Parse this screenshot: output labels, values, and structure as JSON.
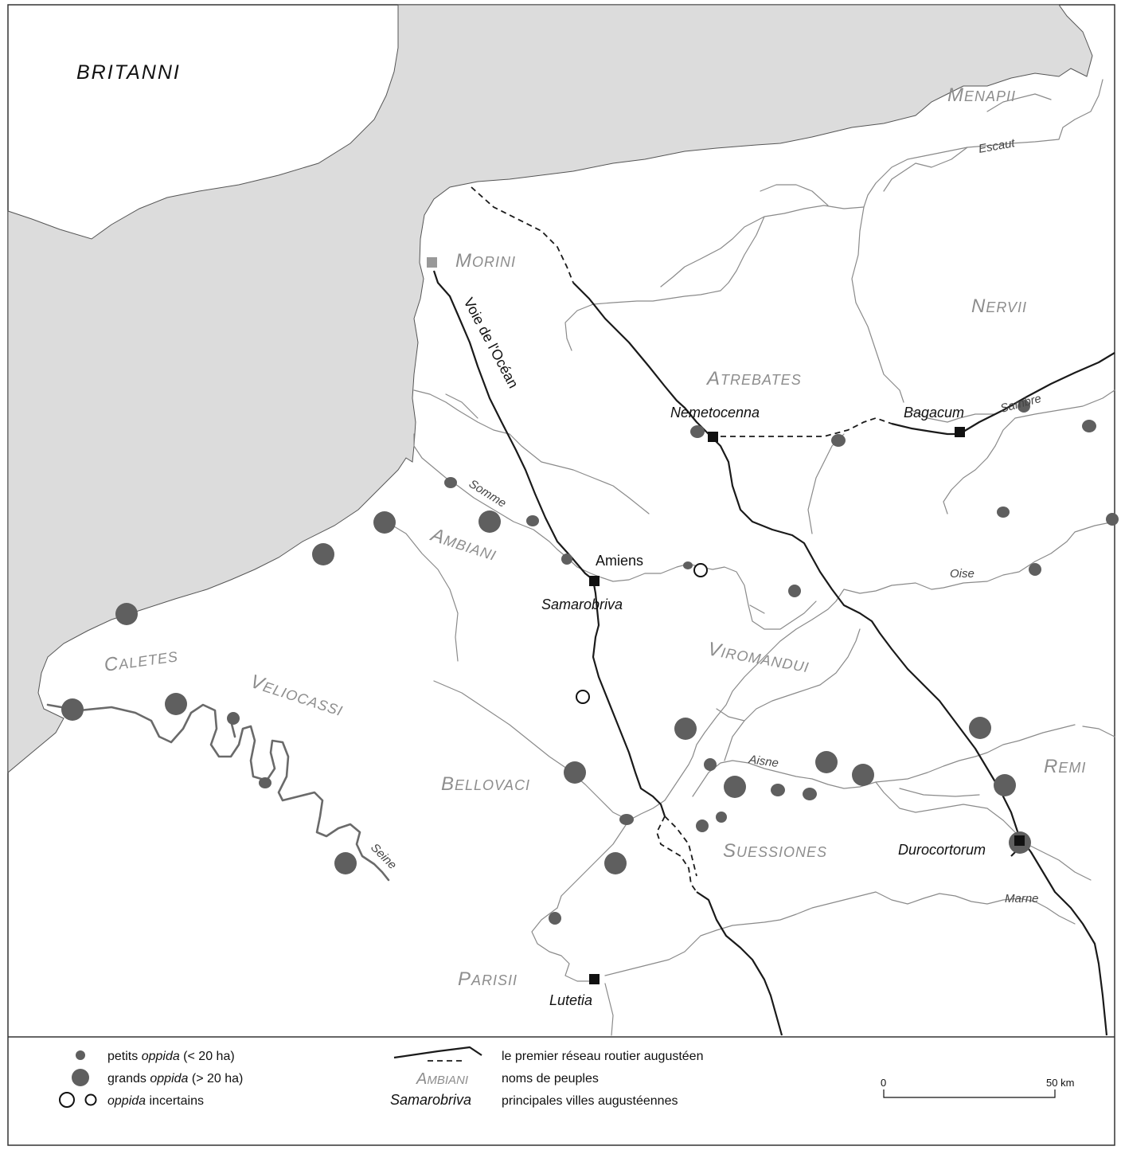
{
  "map": {
    "regions": {
      "britanni": "BRITANNI",
      "menapii": {
        "initial": "M",
        "rest": "ENAPII"
      },
      "morini": {
        "initial": "M",
        "rest": "ORINI"
      },
      "nervii": {
        "initial": "N",
        "rest": "ERVII"
      },
      "atrebates": {
        "initial": "A",
        "rest": "TREBATES"
      },
      "ambiani": {
        "initial": "A",
        "rest": "MBIANI"
      },
      "viromandui": {
        "initial": "V",
        "rest": "IROMANDUI"
      },
      "caletes": {
        "initial": "C",
        "rest": "ALETES"
      },
      "veliocassi": {
        "initial": "V",
        "rest": "ELIOCASSI"
      },
      "bellovaci": {
        "initial": "B",
        "rest": "ELLOVACI"
      },
      "suessiones": {
        "initial": "S",
        "rest": "UESSIONES"
      },
      "remi": {
        "initial": "R",
        "rest": "EMI"
      },
      "parisii": {
        "initial": "P",
        "rest": "ARISII"
      }
    },
    "rivers": {
      "escaut": "Escaut",
      "somme": "Somme",
      "sambre": "Sambre",
      "oise": "Oise",
      "aisne": "Aisne",
      "seine": "Seine",
      "marne": "Marne"
    },
    "road_label": "Voie de l'Océan",
    "towns": {
      "nemetocenna": "Nemetocenna",
      "bagacum": "Bagacum",
      "amiens": "Amiens",
      "samarobriva": "Samarobriva",
      "durocortorum": "Durocortorum",
      "lutetia": "Lutetia"
    }
  },
  "legend": {
    "small_oppida": {
      "pre": "petits ",
      "em": "oppida",
      "post": " (< 20 ha)"
    },
    "large_oppida": {
      "pre": "grands ",
      "em": "oppida",
      "post": " (> 20 ha)"
    },
    "uncertain_oppida": {
      "em": "oppida",
      "post": " incertains"
    },
    "road_network": "le premier réseau routier augustéen",
    "people_example": {
      "initial": "A",
      "rest": "MBIANI"
    },
    "people_names": "noms de peuples",
    "town_example": "Samarobriva",
    "town_desc": "principales villes augustéennes",
    "scale": {
      "start": "0",
      "end": "50 km"
    }
  },
  "colors": {
    "sea": "#dcdcdc",
    "oppidum": "#5f5f5f",
    "people_label": "#8d8d8d",
    "road": "#1a1a1a"
  }
}
